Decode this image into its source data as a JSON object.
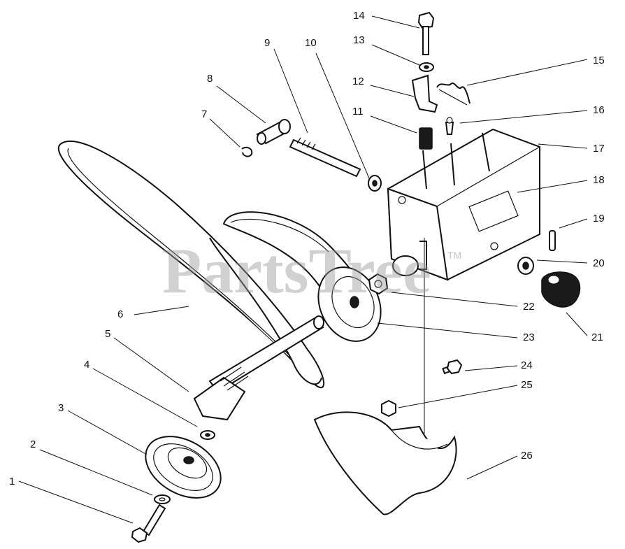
{
  "watermark": {
    "text": "PartsTree",
    "tm": "TM"
  },
  "callouts": [
    {
      "label": "1"
    },
    {
      "label": "2"
    },
    {
      "label": "3"
    },
    {
      "label": "4"
    },
    {
      "label": "5"
    },
    {
      "label": "6"
    },
    {
      "label": "7"
    },
    {
      "label": "8"
    },
    {
      "label": "9"
    },
    {
      "label": "10"
    },
    {
      "label": "11"
    },
    {
      "label": "12"
    },
    {
      "label": "13"
    },
    {
      "label": "14"
    },
    {
      "label": "15"
    },
    {
      "label": "16"
    },
    {
      "label": "17"
    },
    {
      "label": "18"
    },
    {
      "label": "19"
    },
    {
      "label": "20"
    },
    {
      "label": "21"
    },
    {
      "label": "22"
    },
    {
      "label": "23"
    },
    {
      "label": "24"
    },
    {
      "label": "25"
    },
    {
      "label": "26"
    }
  ]
}
